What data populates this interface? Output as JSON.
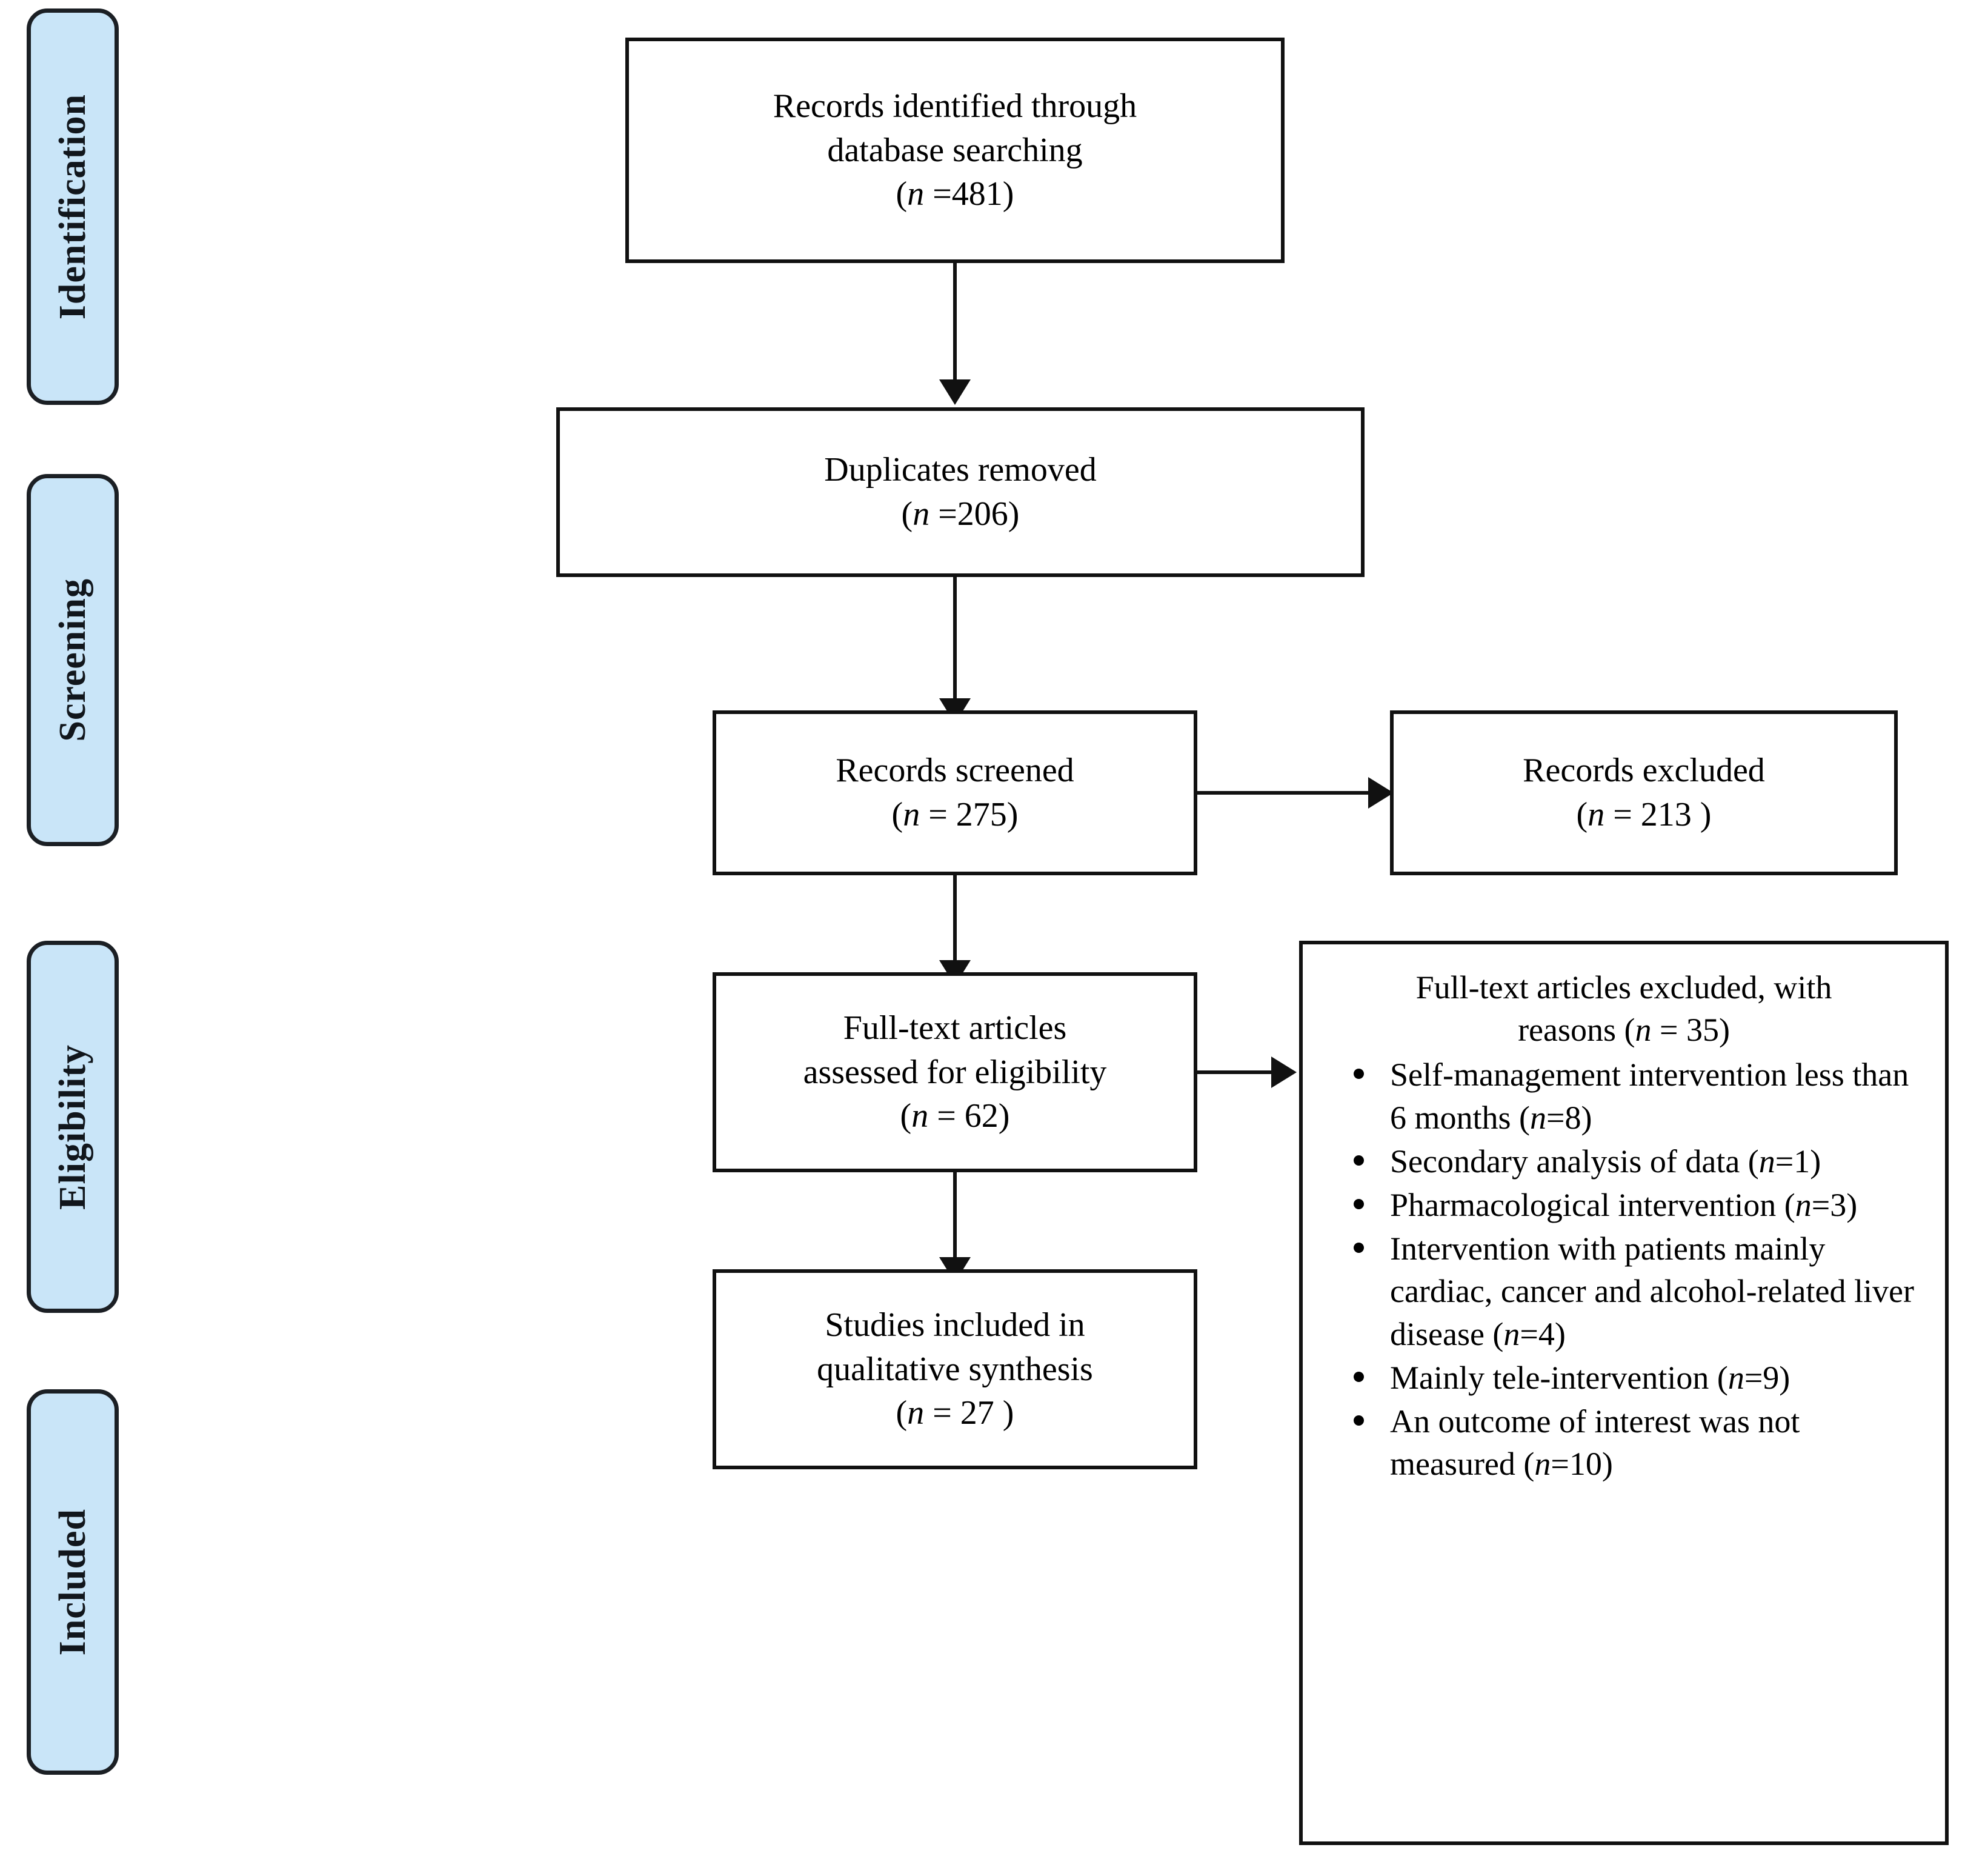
{
  "diagram": {
    "title": "PRISMA flow diagram",
    "accent_color": "#c9e5f8",
    "border_color": "#111111"
  },
  "phases": [
    {
      "label": "Identification"
    },
    {
      "label": "Screening"
    },
    {
      "label": "Eligibility"
    },
    {
      "label": "Included"
    }
  ],
  "boxes": {
    "identified": {
      "line1": "Records identified through",
      "line2": "database searching",
      "n_prefix": "(",
      "n_symbol": "n",
      "n_value": " =481)"
    },
    "duplicates": {
      "line1": "Duplicates removed",
      "n_prefix": "(",
      "n_symbol": "n",
      "n_value": " =206)"
    },
    "screened": {
      "line1": "Records screened",
      "n_prefix": "(",
      "n_symbol": "n",
      "n_value": " = 275)"
    },
    "excluded": {
      "line1": "Records excluded",
      "n_prefix": "(",
      "n_symbol": "n",
      "n_value": " = 213 )"
    },
    "fulltext": {
      "line1": "Full-text articles",
      "line2": "assessed for eligibility",
      "n_prefix": "(",
      "n_symbol": "n",
      "n_value": " = 62)"
    },
    "included": {
      "line1": "Studies included in",
      "line2": "qualitative synthesis",
      "n_prefix": "(",
      "n_symbol": "n",
      "n_value": " = 27  )"
    }
  },
  "reasons_box": {
    "title_line1": "Full-text articles excluded, with",
    "title_line2_pre": "reasons (",
    "title_line2_sym": "n",
    "title_line2_post": " = 35)",
    "items": [
      {
        "text": "Self-management intervention less than 6 months (",
        "sym": "n",
        "post": "=8)"
      },
      {
        "text": "Secondary analysis of data (",
        "sym": "n",
        "post": "=1)"
      },
      {
        "text": "Pharmacological intervention (",
        "sym": "n",
        "post": "=3)"
      },
      {
        "text": "Intervention with patients mainly cardiac, cancer and alcohol-related liver disease (",
        "sym": "n",
        "post": "=4)"
      },
      {
        "text": "Mainly tele-intervention (",
        "sym": "n",
        "post": "=9)"
      },
      {
        "text": "An outcome of interest was not measured (",
        "sym": "n",
        "post": "=10)"
      }
    ]
  },
  "chart_data": {
    "type": "diagram",
    "title": "PRISMA flow diagram",
    "nodes": [
      {
        "id": "identified",
        "label": "Records identified through database searching",
        "n": 481,
        "stage": "Identification"
      },
      {
        "id": "duplicates",
        "label": "Duplicates removed",
        "n": 206,
        "stage": "Screening"
      },
      {
        "id": "screened",
        "label": "Records screened",
        "n": 275,
        "stage": "Screening"
      },
      {
        "id": "excluded",
        "label": "Records excluded",
        "n": 213,
        "stage": "Screening"
      },
      {
        "id": "fulltext",
        "label": "Full-text articles assessed for eligibility",
        "n": 62,
        "stage": "Eligibility"
      },
      {
        "id": "ft_excluded",
        "label": "Full-text articles excluded, with reasons",
        "n": 35,
        "stage": "Eligibility"
      },
      {
        "id": "included",
        "label": "Studies included in qualitative synthesis",
        "n": 27,
        "stage": "Included"
      }
    ],
    "edges": [
      {
        "from": "identified",
        "to": "duplicates",
        "direction": "down"
      },
      {
        "from": "duplicates",
        "to": "screened",
        "direction": "down"
      },
      {
        "from": "screened",
        "to": "excluded",
        "direction": "right"
      },
      {
        "from": "screened",
        "to": "fulltext",
        "direction": "down"
      },
      {
        "from": "fulltext",
        "to": "ft_excluded",
        "direction": "right"
      },
      {
        "from": "fulltext",
        "to": "included",
        "direction": "down"
      }
    ],
    "exclusion_reasons": [
      {
        "reason": "Self-management intervention less than 6 months",
        "n": 8
      },
      {
        "reason": "Secondary analysis of data",
        "n": 1
      },
      {
        "reason": "Pharmacological intervention",
        "n": 3
      },
      {
        "reason": "Intervention with patients mainly cardiac, cancer and alcohol-related liver disease",
        "n": 4
      },
      {
        "reason": "Mainly tele-intervention",
        "n": 9
      },
      {
        "reason": "An outcome of interest was not measured",
        "n": 10
      }
    ]
  }
}
